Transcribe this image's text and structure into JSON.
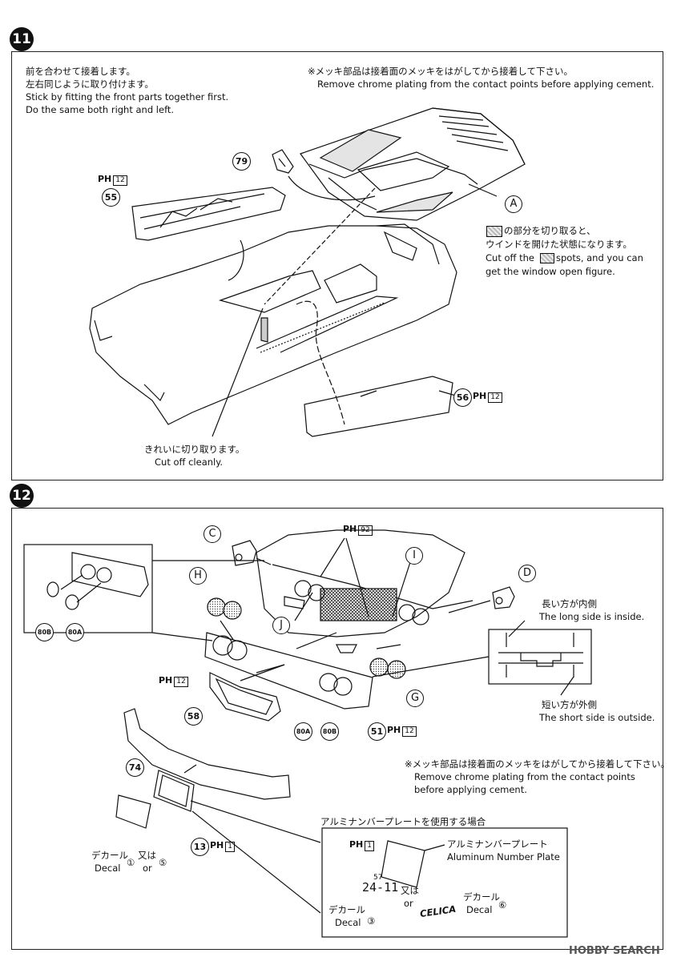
{
  "step11": {
    "number": "11",
    "note_jp_1": "前を合わせて接着します。",
    "note_jp_2": "左右同じように取り付けます。",
    "note_en_1": "Stick by fitting the front parts together first.",
    "note_en_2": "Do the same both right and left.",
    "chrome_jp": "※メッキ部品は接着面のメッキをはがしてから接着して下さい。",
    "chrome_en": "Remove chrome plating from the contact points before applying cement.",
    "window_jp_1": "の部分を切り取ると、",
    "window_jp_2": "ウインドを開けた状態になります。",
    "window_en_1a": "Cut off the",
    "window_en_1b": "spots, and you can",
    "window_en_2": "get the window open figure.",
    "cut_jp": "きれいに切り取ります。",
    "cut_en": "Cut off cleanly.",
    "part_79": "79",
    "part_55": "55",
    "part_56": "56",
    "letter_a": "A",
    "runner_ph": "PH",
    "runner_12": "12"
  },
  "step12": {
    "number": "12",
    "letter_c": "C",
    "letter_h": "H",
    "letter_i": "I",
    "letter_j": "J",
    "letter_d": "D",
    "letter_g": "G",
    "runner_ph": "PH",
    "runner_92": "92",
    "runner_12": "12",
    "runner_1": "1",
    "long_jp": "長い方が内側",
    "long_en": "The long side is inside.",
    "short_jp": "短い方が外側",
    "short_en": "The short side is outside.",
    "part_80b": "80B",
    "part_80a": "80A",
    "part_58": "58",
    "part_51": "51",
    "part_74": "74",
    "part_13": "13",
    "chrome_jp": "※メッキ部品は接着面のメッキをはがしてから接着して下さい。",
    "chrome_en_1": "Remove chrome plating from the contact points",
    "chrome_en_2": "before applying cement.",
    "decal_jp": "デカール",
    "decal_en": "Decal",
    "decal_1": "①",
    "decal_5": "⑤",
    "decal_3": "③",
    "decal_6": "⑥",
    "or_jp": "又は",
    "or_en": "or",
    "alu_title": "アルミナンバープレートを使用する場合",
    "alu_jp": "アルミナンバープレート",
    "alu_en": "Aluminum Number Plate",
    "plate_top": "57",
    "plate_num": "24-11",
    "celica": "CELICA"
  },
  "watermark": "HOBBY SEARCH"
}
